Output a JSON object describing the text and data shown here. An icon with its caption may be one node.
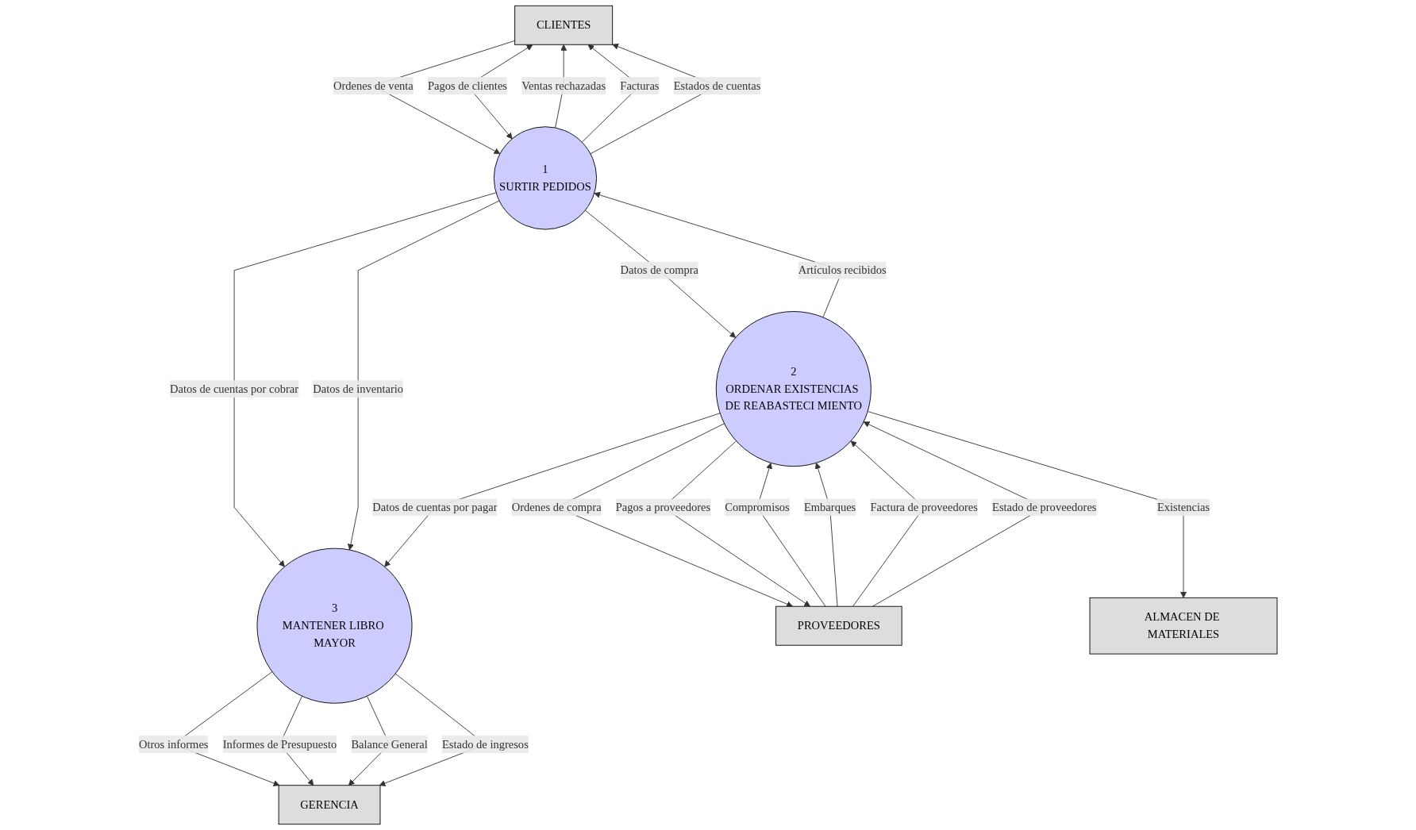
{
  "diagram": {
    "nodes": [
      {
        "text": [
          "CLIENTES"
        ]
      },
      {
        "text": [
          "1",
          "SURTIR PEDIDOS"
        ]
      },
      {
        "text": [
          "3",
          "MANTENER LIBRO MAYOR"
        ]
      },
      {
        "text": [
          "2",
          "ORDENAR EXISTENCIAS DE REABASTECI MIENTO"
        ]
      },
      {
        "text": [
          "PROVEEDORES"
        ]
      },
      {
        "text": [
          "GERENCIA"
        ]
      },
      {
        "text": [
          "ALMACEN DE MATERIALES"
        ]
      }
    ],
    "edges": [
      {
        "from": 0,
        "to": 1,
        "arrow": "to",
        "label": "Ordenes de venta"
      },
      {
        "from": 1,
        "to": 0,
        "arrow": "to",
        "label": "Ventas rechazadas"
      },
      {
        "from": 1,
        "to": 0,
        "arrow": "to",
        "label": "Facturas"
      },
      {
        "from": 1,
        "to": 0,
        "arrow": "to",
        "label": "Estados de cuentas"
      },
      {
        "from": 0,
        "to": 1,
        "arrow": "both",
        "label": "Pagos de clientes"
      },
      {
        "from": 1,
        "to": 2,
        "arrow": "to",
        "label": "Datos de cuentas por cobrar"
      },
      {
        "from": 1,
        "to": 2,
        "arrow": "to",
        "label": "Datos de inventario"
      },
      {
        "from": 3,
        "to": 1,
        "arrow": "to",
        "label": "Artículos recibidos"
      },
      {
        "from": 1,
        "to": 3,
        "arrow": "to",
        "label": "Datos de compra"
      },
      {
        "from": 4,
        "to": 3,
        "arrow": "to",
        "label": "Compromisos"
      },
      {
        "from": 3,
        "to": 4,
        "arrow": "to",
        "label": "Ordenes de compra"
      },
      {
        "from": 4,
        "to": 3,
        "arrow": "to",
        "label": "Embarques"
      },
      {
        "from": 4,
        "to": 3,
        "arrow": "to",
        "label": "Factura de proveedores"
      },
      {
        "from": 4,
        "to": 3,
        "arrow": "to",
        "label": "Estado de proveedores"
      },
      {
        "from": 3,
        "to": 4,
        "arrow": "to",
        "label": "Pagos a proveedores"
      },
      {
        "from": 3,
        "to": 2,
        "arrow": "to",
        "label": "Datos de cuentas por pagar"
      },
      {
        "from": 2,
        "to": 5,
        "arrow": "to",
        "label": "Otros informes"
      },
      {
        "from": 2,
        "to": 5,
        "arrow": "to",
        "label": "Informes de Presupuesto"
      },
      {
        "from": 2,
        "to": 5,
        "arrow": "to",
        "label": "Balance General"
      },
      {
        "from": 2,
        "to": 5,
        "arrow": "to",
        "label": "Estado de ingresos"
      },
      {
        "from": 3,
        "to": 6,
        "arrow": "to",
        "label": "Existencias"
      }
    ]
  }
}
